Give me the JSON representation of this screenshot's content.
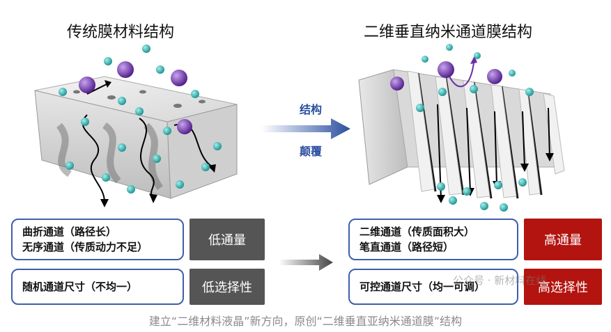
{
  "left_title": "传统膜材料结构",
  "right_title": "二维垂直纳米通道膜结构",
  "middle": {
    "top_label": "结构",
    "bottom_label": "颠覆"
  },
  "left_boxes": [
    {
      "lines": [
        "曲折通道（路径长）",
        "无序通道（传质动力不足）"
      ],
      "tag": "低通量"
    },
    {
      "lines": [
        "随机通道尺寸（不均一）"
      ],
      "tag": "低选择性"
    }
  ],
  "right_boxes": [
    {
      "lines": [
        "二维通道（传质面积大）",
        "笔直通道（路径短）"
      ],
      "tag": "高通量"
    },
    {
      "lines": [
        "可控通道尺寸（均一可调）"
      ],
      "tag": "高选择性"
    }
  ],
  "watermark": "公众号 · 新材料在线",
  "caption": "建立“二维材料液晶”新方向，原创“二维垂直亚纳米通道膜”结构",
  "colors": {
    "tag_gray": "#555555",
    "tag_red": "#b3140f",
    "box_border": "#3f5eaa",
    "accent_blue": "#2a4fa0",
    "teal": "#2fb3b0",
    "purple": "#6a2fa8"
  }
}
